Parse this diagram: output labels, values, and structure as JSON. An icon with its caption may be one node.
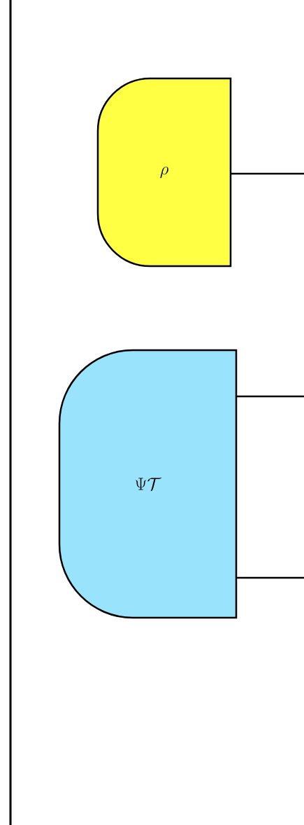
{
  "diagram": {
    "nodes": [
      {
        "text": [
          "\\rho"
        ]
      },
      {
        "text": [
          "\\Psi\\mathcal{T}"
        ]
      }
    ],
    "edges": [
      {
        "from": 0,
        "to": null,
        "arrow": "none"
      },
      {
        "from": 1,
        "to": null,
        "arrow": "none"
      },
      {
        "from": 1,
        "to": null,
        "arrow": "none"
      }
    ]
  }
}
